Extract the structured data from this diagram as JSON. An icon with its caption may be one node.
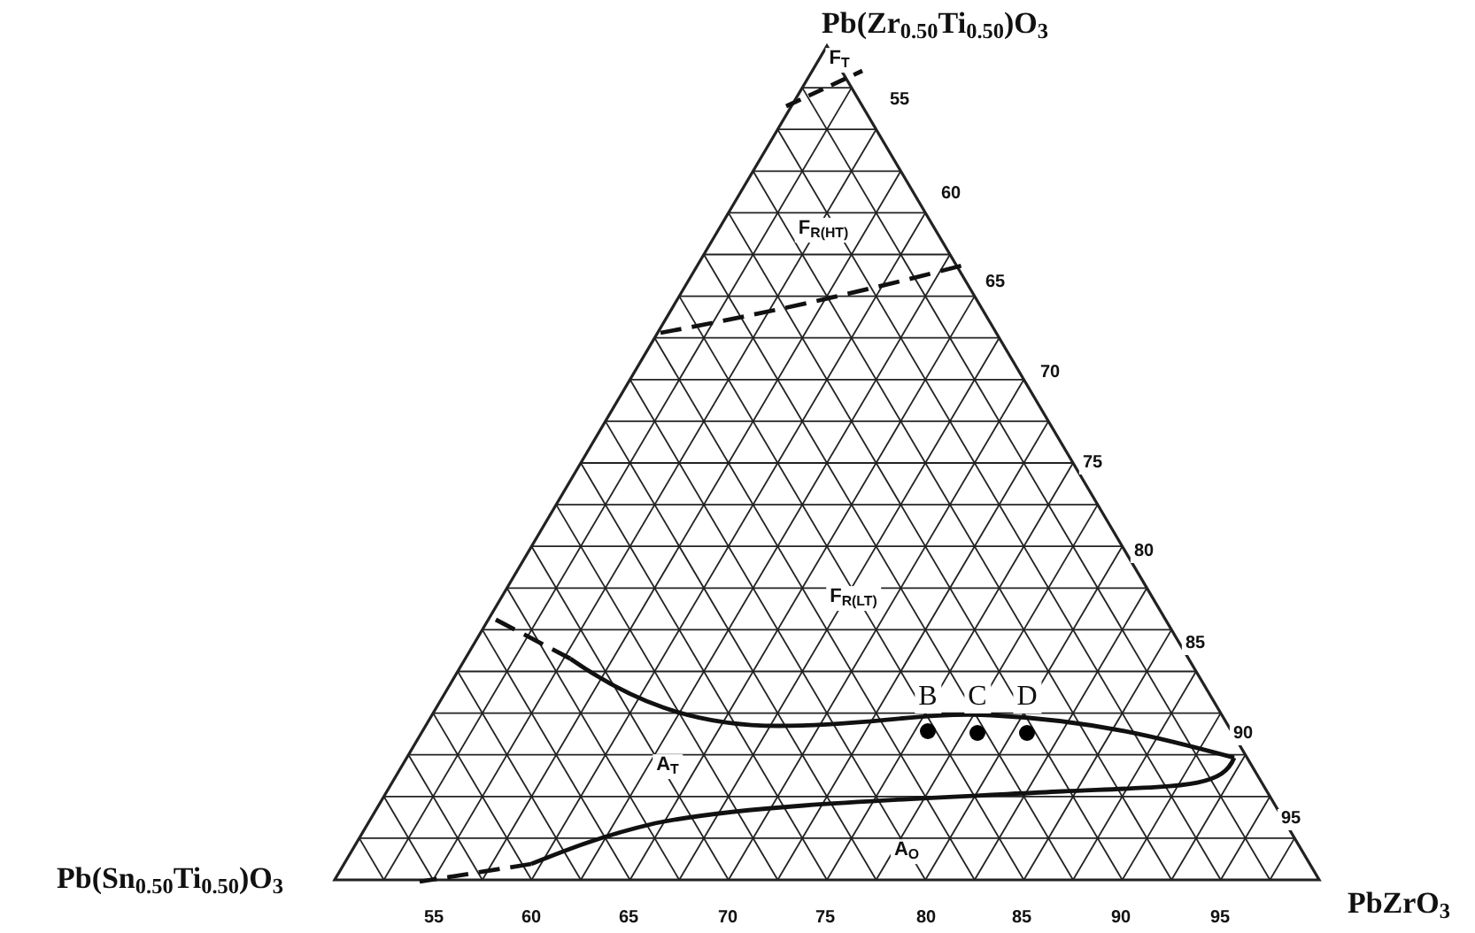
{
  "diagram": {
    "labels": [
      "Pb(Zr$_{0.50}$Ti$_{0.50}$)O$_{3}$",
      "F$_{T}$",
      "55",
      "F$_{R(HT)}$",
      "60",
      "65",
      "70",
      "75",
      "80",
      "F$_{R(LT)}$",
      "85",
      "B",
      "C",
      "D",
      "90",
      "A$_{T}$",
      "95",
      "Pb(Sn$_{0.50}$Ti$_{0.50}$)O$_{3}$",
      "A$_{O}$",
      "PbZrO$_{3}$",
      "55",
      "60",
      "65",
      "70",
      "75",
      "80",
      "85",
      "90",
      "95"
    ]
  }
}
